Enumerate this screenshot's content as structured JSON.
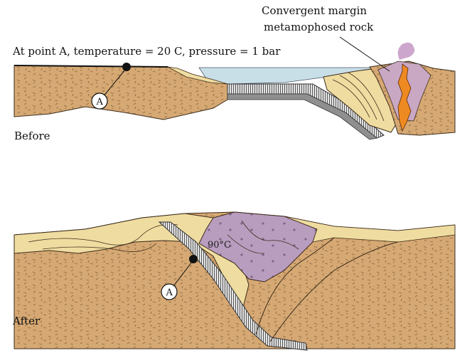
{
  "annotations": {
    "convergent_line1": "Convergent margin",
    "convergent_line2": "metamophosed rock",
    "point_a_conditions": "At point A, temperature = 20 C, pressure = 1 bar",
    "temperature_after": "90°C"
  },
  "panels": {
    "before_label": "Before",
    "after_label": "After"
  },
  "markers": {
    "point_label": "A"
  },
  "colors": {
    "sediment_tan": "#d6a873",
    "fold_yellow": "#efdca0",
    "water_blue": "#c9dfe8",
    "metamorphic_purple": "#b99dbf",
    "magma_orange": "#ee8a22",
    "crust_gray": "#8f8f8f"
  }
}
